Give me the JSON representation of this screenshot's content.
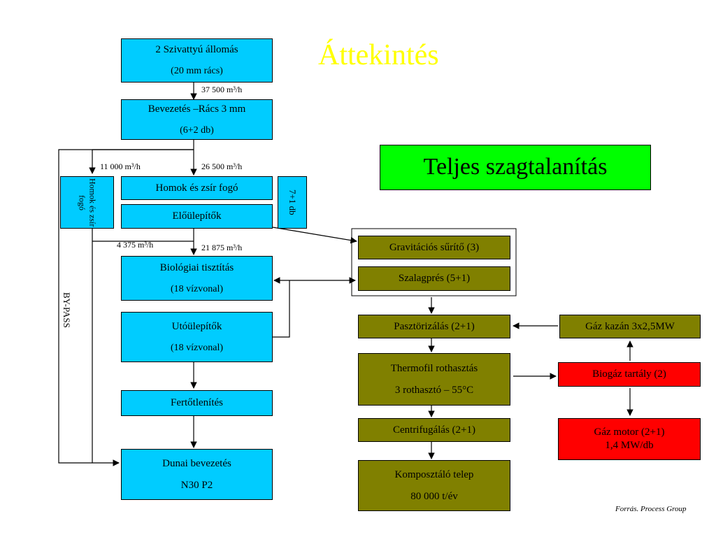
{
  "title": "Áttekintés",
  "badge": "Teljes szagtalanítás",
  "source": "Forrás. Process Group",
  "bypass": "BY-PASS",
  "water_line": {
    "pump": {
      "line1": "2 Szivattyú állomás",
      "line2": "(20 mm rács)"
    },
    "intake": {
      "line1": "Bevezetés –Rács 3 mm",
      "line2": "(6+2 db)"
    },
    "grit": "Homok és zsír fogó",
    "grit_side": "Homok és zsír fogó",
    "grit_count": "7+1 db",
    "primary": "Előülepítők",
    "bio": {
      "line1": "Biológiai tisztítás",
      "line2": "(18 vízvonal)"
    },
    "secondary": {
      "line1": "Utóülepítők",
      "line2": "(18 vízvonal)"
    },
    "disinfect": "Fertőtlenítés",
    "outfall": {
      "line1": "Dunai bevezetés",
      "line2": "N30 P2"
    }
  },
  "flows": {
    "f1": "37 500 m³/h",
    "f2": "11 000 m³/h",
    "f3": "26 500 m³/h",
    "f4": "4 375 m³/h",
    "f5": "21 875 m³/h"
  },
  "sludge_line": {
    "thickener": "Gravitációs sűrítő (3)",
    "beltpress": "Szalagprés (5+1)",
    "pasteur": "Pasztörizálás (2+1)",
    "digester": {
      "line1": "Thermofil rothasztás",
      "line2": "3 rothasztó – 55°C"
    },
    "centrifuge": "Centrifugálás (2+1)",
    "compost": {
      "line1": "Komposztáló telep",
      "line2": "80 000 t/év"
    }
  },
  "energy": {
    "boiler": "Gáz kazán 3x2,5MW",
    "biogas": "Biogáz tartály (2)",
    "engine": {
      "line1": "Gáz motor (2+1)",
      "line2": "1,4 MW/db"
    }
  },
  "colors": {
    "cyan": "#00ccff",
    "olive": "#808000",
    "red": "#ff0000",
    "green": "#00ff00",
    "title": "#ffff00"
  }
}
